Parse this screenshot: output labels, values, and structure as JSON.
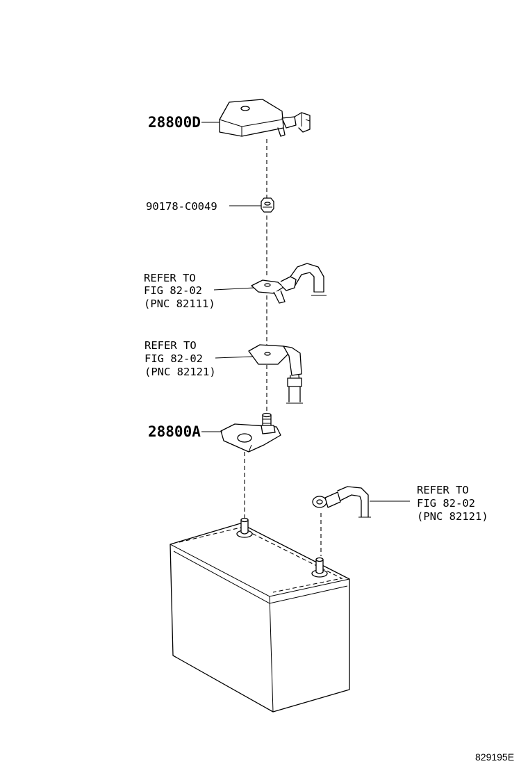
{
  "labels": {
    "cover": "28800D",
    "nut": "90178-C0049",
    "terminal": "28800A",
    "ref1": {
      "line1": "REFER TO",
      "line2": "FIG 82-02",
      "line3": "(PNC 82111)"
    },
    "ref2": {
      "line1": "REFER TO",
      "line2": "FIG 82-02",
      "line3": "(PNC 82121)"
    },
    "ref3": {
      "line1": "REFER TO",
      "line2": "FIG 82-02",
      "line3": "(PNC 82121)"
    }
  },
  "figure_code": "829195E"
}
